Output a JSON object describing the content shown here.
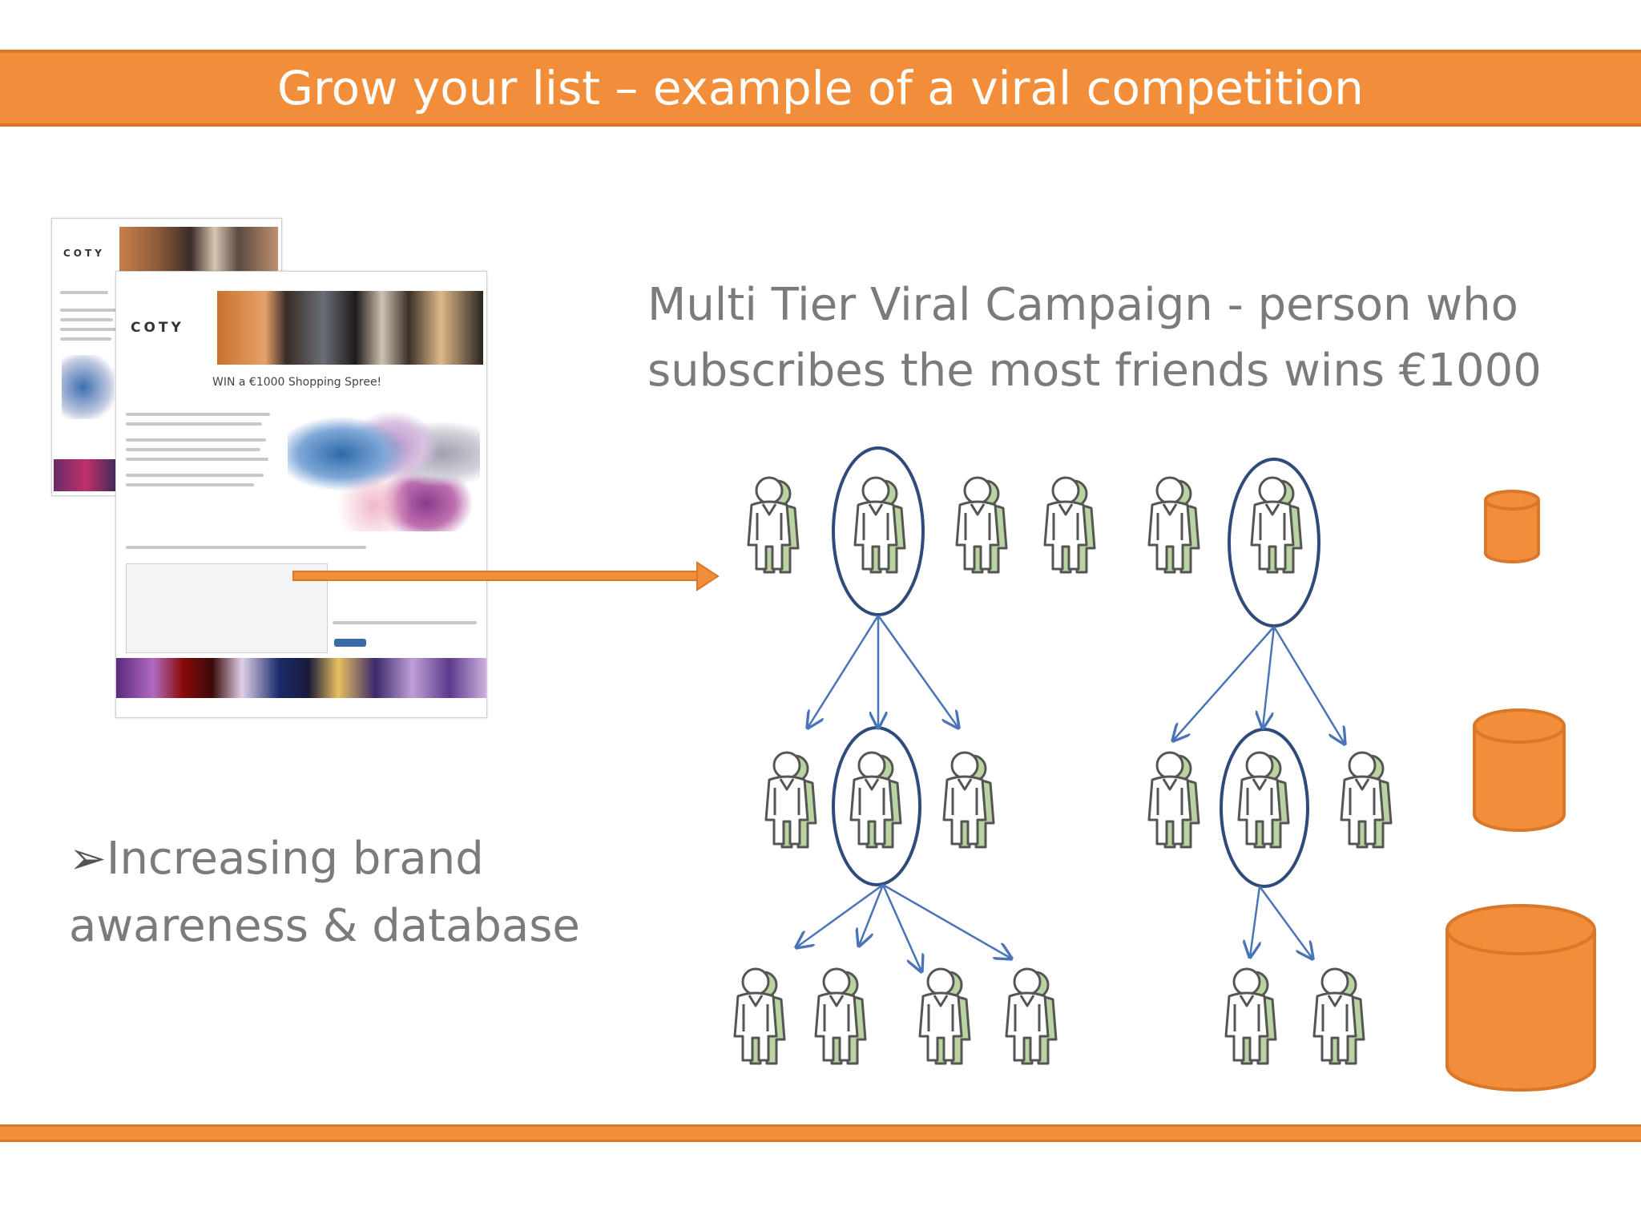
{
  "slide": {
    "title": "Grow your list – example of a viral competition",
    "subtitle_lines": [
      "Multi Tier Viral Campaign  - person  who",
      "subscribes the most friends  wins €1000"
    ],
    "bullet_mark": "➢",
    "bullet_lines": [
      "Increasing brand",
      "awareness  & database"
    ]
  },
  "screenshot": {
    "brand": "COTY",
    "headline": "WIN a €1000 Shopping Spree!"
  },
  "colors": {
    "accent": "#f28e3a",
    "accent_dark": "#d9772a",
    "circle": "#2f4b7c",
    "arrow": "#4a74b8",
    "person_fill": "#ffffff",
    "person_shade": "#b9d4a0",
    "text_grey": "#7b7b7b"
  },
  "icons": [
    "person-icon",
    "database-icon",
    "arrow-right-icon"
  ]
}
